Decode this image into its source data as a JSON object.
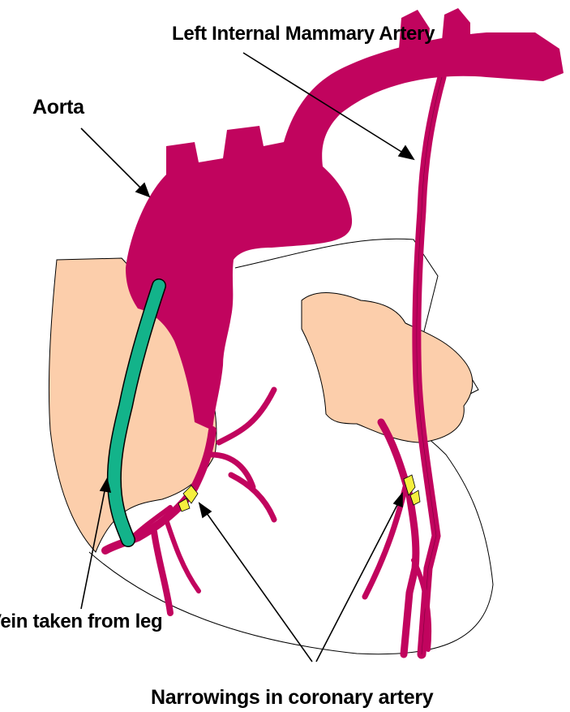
{
  "labels": {
    "left_internal_mammary_artery": "Left Internal Mammary Artery",
    "aorta": "Aorta",
    "vein_taken_from_leg": "Vein taken from leg",
    "narrowings_in_coronary_artery": "Narrowings in coronary artery"
  },
  "colors": {
    "artery": "#c1045e",
    "vein_graft": "#13b38a",
    "heart_tissue": "#fcceab",
    "narrowing": "#f5ef3e",
    "outline": "#000000",
    "background": "#ffffff"
  }
}
